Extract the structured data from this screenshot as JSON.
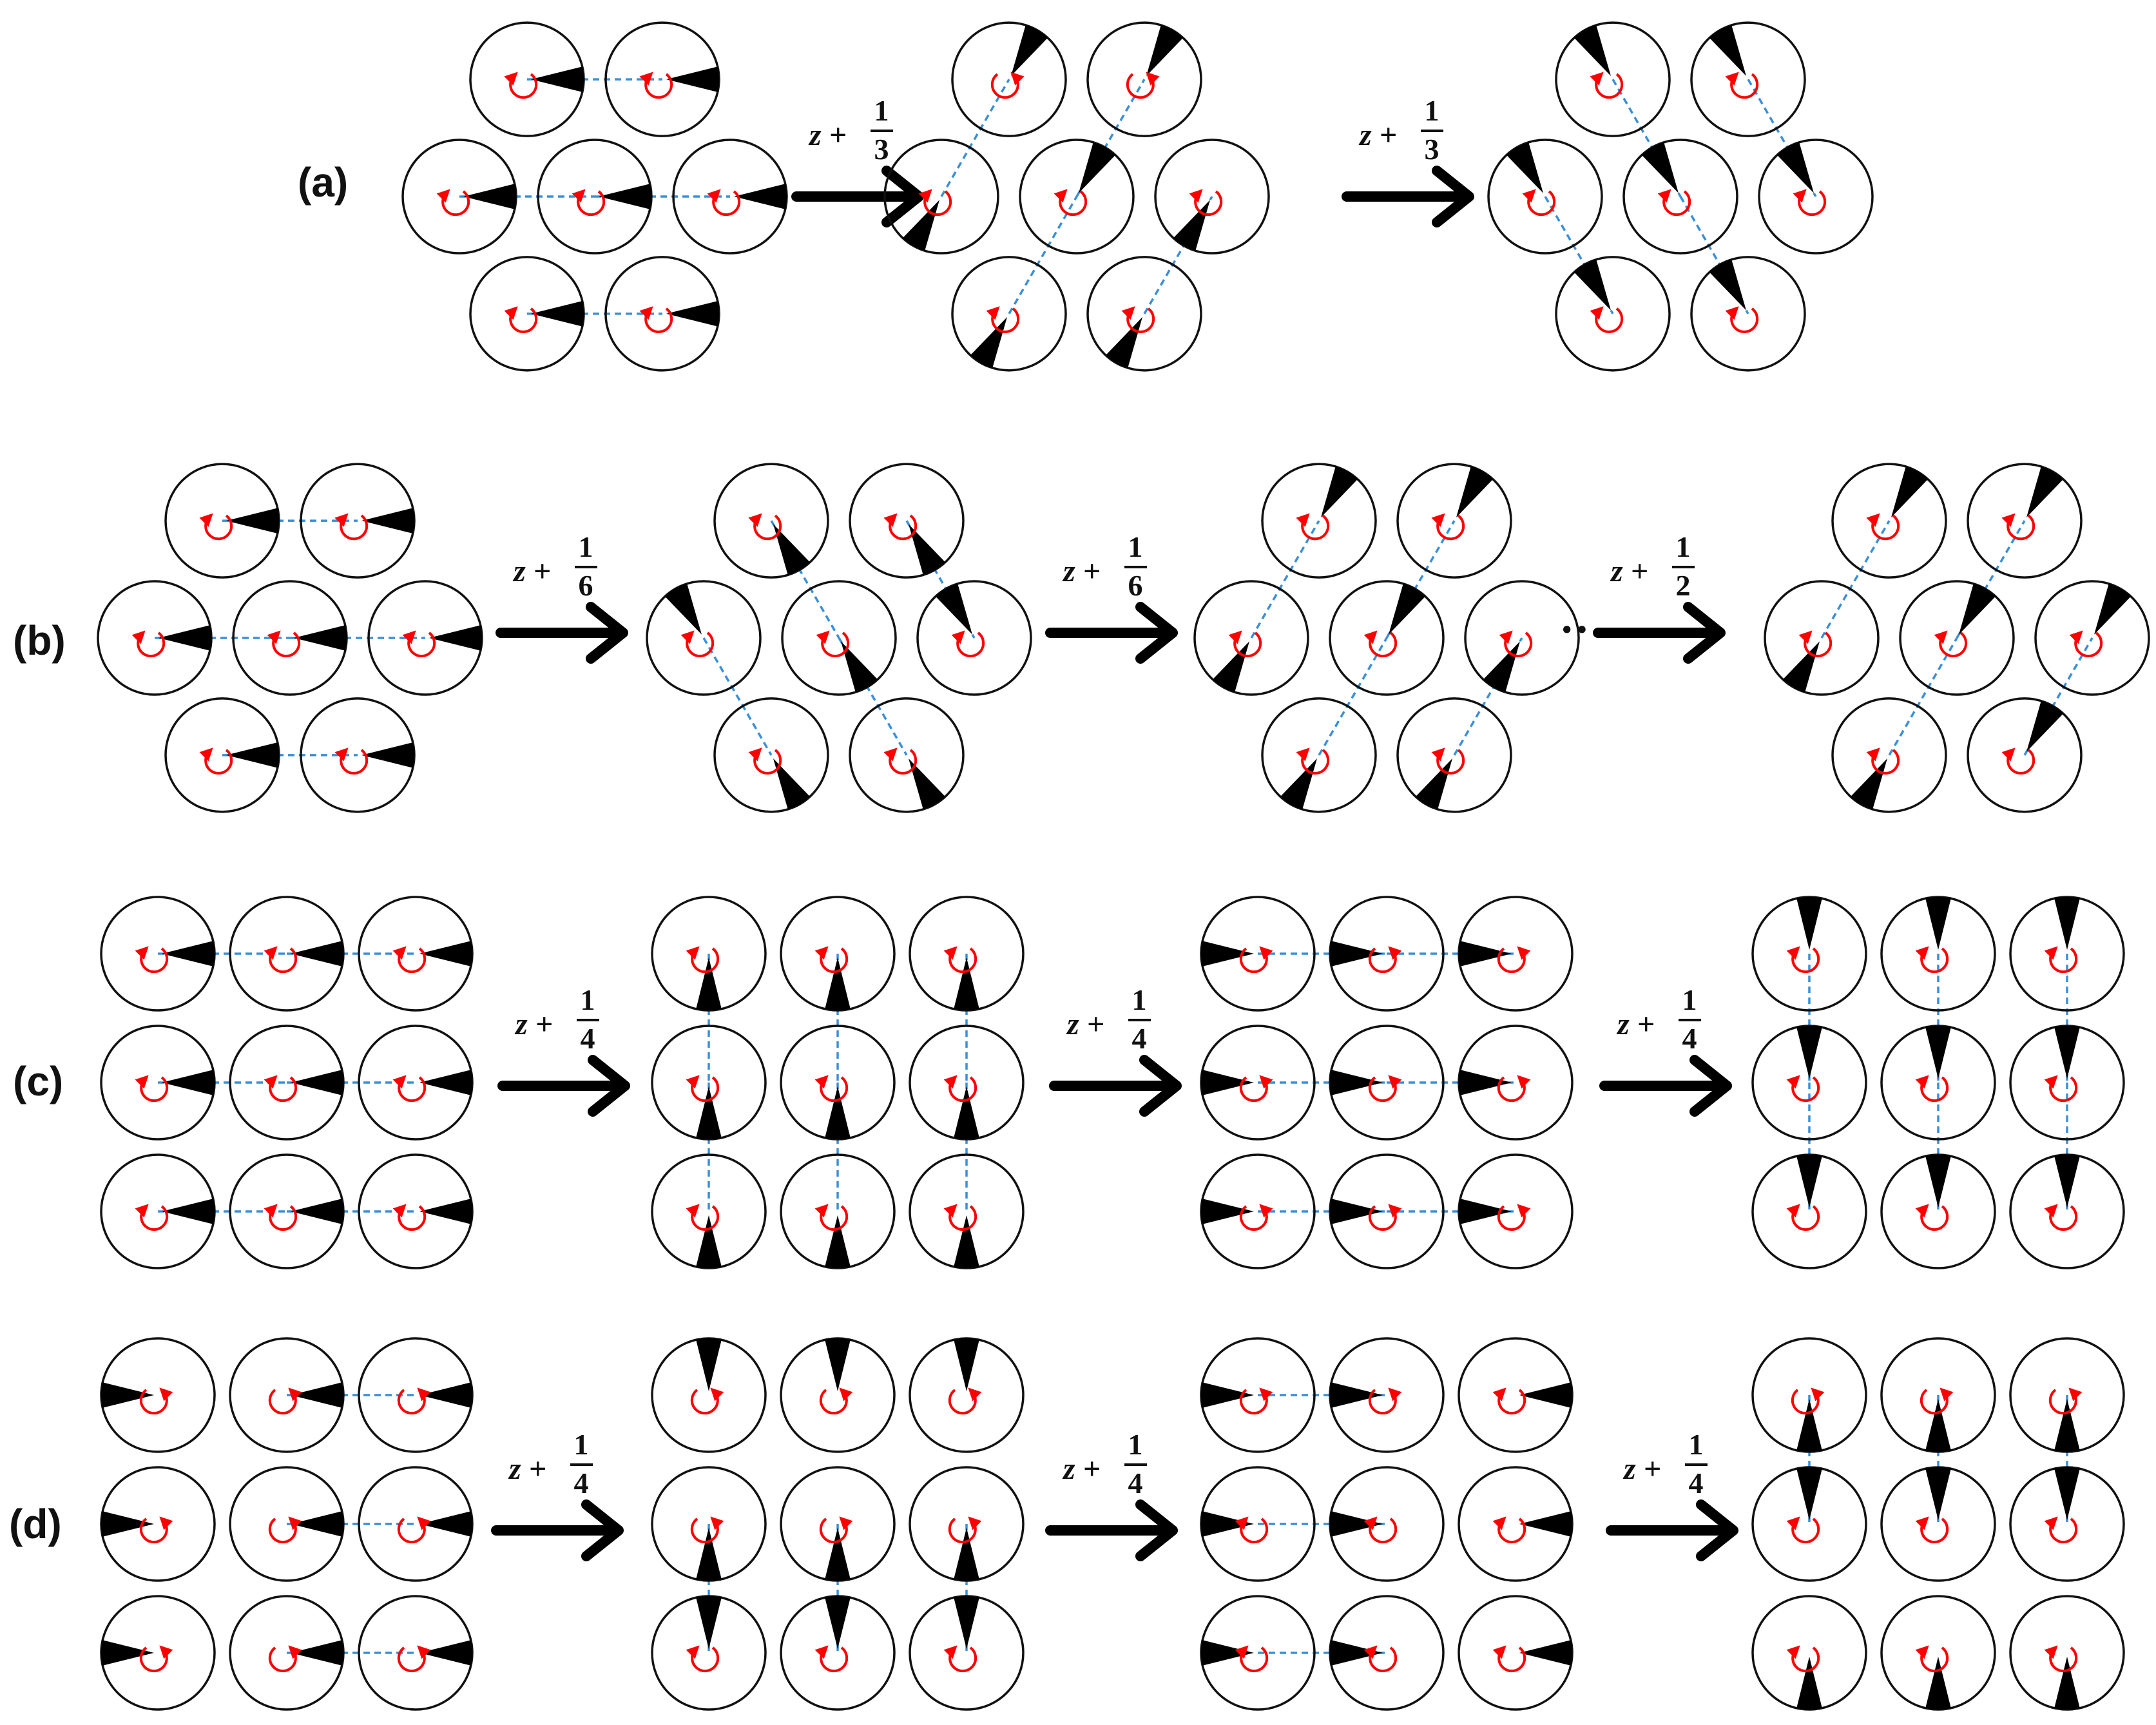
{
  "figure": {
    "panels": [
      {
        "label": "(a)",
        "layout": "hexagonal",
        "steps": [
          {
            "shift_prefix": "z +",
            "numerator": "1",
            "denominator": "3"
          },
          {
            "shift_prefix": "z +",
            "numerator": "1",
            "denominator": "3"
          }
        ],
        "cylinder_count_per_snapshot": 7,
        "snapshot_count": 3
      },
      {
        "label": "(b)",
        "layout": "hexagonal",
        "steps": [
          {
            "shift_prefix": "z +",
            "numerator": "1",
            "denominator": "6"
          },
          {
            "shift_prefix": "z +",
            "numerator": "1",
            "denominator": "6"
          },
          {
            "shift_prefix": "z +",
            "numerator": "1",
            "denominator": "2",
            "ellipsis": "··"
          }
        ],
        "cylinder_count_per_snapshot": 7,
        "snapshot_count": 4
      },
      {
        "label": "(c)",
        "layout": "square 3×3",
        "steps": [
          {
            "shift_prefix": "z +",
            "numerator": "1",
            "denominator": "4"
          },
          {
            "shift_prefix": "z +",
            "numerator": "1",
            "denominator": "4"
          },
          {
            "shift_prefix": "z +",
            "numerator": "1",
            "denominator": "4"
          }
        ],
        "cylinder_count_per_snapshot": 9,
        "snapshot_count": 4
      },
      {
        "label": "(d)",
        "layout": "square 3×3",
        "steps": [
          {
            "shift_prefix": "z +",
            "numerator": "1",
            "denominator": "4"
          },
          {
            "shift_prefix": "z +",
            "numerator": "1",
            "denominator": "4"
          },
          {
            "shift_prefix": "z +",
            "numerator": "1",
            "denominator": "4"
          }
        ],
        "cylinder_count_per_snapshot": 9,
        "snapshot_count": 4
      }
    ],
    "colors": {
      "circle_stroke": "#111111",
      "wedge_fill": "#000000",
      "rotation_arrow": "#ff0000",
      "link_dashes": "#3a8fd8",
      "step_arrow": "#000000"
    },
    "icons": [
      "rotation-arrow-icon",
      "wedge-pointer-icon",
      "step-arrow-icon"
    ]
  }
}
